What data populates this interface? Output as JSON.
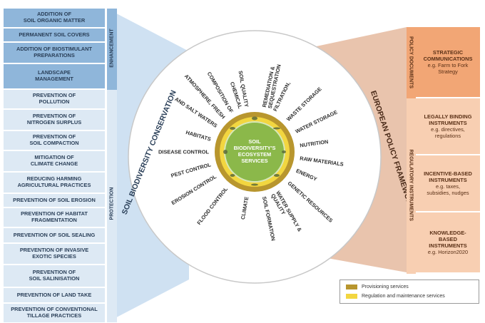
{
  "left_title": "SOIL BIODIVERSITY CONSERVATION",
  "right_title": "EUROPEAN POLICY FRAMEWORKS",
  "center_label": "SOIL\nBIODIVERSITY'S\nECOSYSTEM\nSERVICES",
  "enhancement_label": "ENHANCEMENT",
  "protection_label": "PROTECTION",
  "enhancement_items": [
    "ADDITION OF\nSOIL ORGANIC MATTER",
    "PERMANENT SOIL COVERS",
    "ADDITION OF BIOSTIMULANT\nPREPARATIONS",
    "LANDSCAPE\nMANAGEMENT"
  ],
  "protection_items": [
    "PREVENTION OF\nPOLLUTION",
    "PREVENTION OF\nNITROGEN SURPLUS",
    "PREVENTION OF\nSOIL COMPACTION",
    "MITIGATION OF\nCLIMATE CHANGE",
    "REDUCING HARMING\nAGRICULTURAL PRACTICES",
    "PREVENTION OF SOIL EROSION",
    "PREVENTION OF HABITAT\nFRAGMENTATION",
    "PREVENTION OF SOIL SEALING",
    "PREVENTION OF INVASIVE\nEXOTIC SPECIES",
    "PREVENTION OF\nSOIL SALINISATION",
    "PREVENTION OF LAND TAKE",
    "PREVENTION OF CONVENTIONAL\nTILLAGE PRACTICES"
  ],
  "policy_documents_label": "POLICY DOCUMENTS",
  "regulatory_label": "REGULATORY INSTRUMENTS",
  "policy_items": [
    {
      "title": "STRATEGIC\nCOMMUNICATIONS",
      "sub": "e.g. Farm to Fork\nStrategy"
    },
    {
      "title": "LEGALLY BINDING\nINSTRUMENTS",
      "sub": "e.g. directives,\nregulations"
    },
    {
      "title": "INCENTIVE-BASED\nINSTRUMENTS",
      "sub": "e.g. taxes,\nsubsidies, nudges"
    },
    {
      "title": "KNOWLEDGE-\nBASED\nINSTRUMENTS",
      "sub": "e.g. Horizon2020"
    }
  ],
  "services": [
    {
      "label": "SOIL QUALITY",
      "type": "regulation"
    },
    {
      "label": "REMEDIATION &\nSEQUESTRATION",
      "type": "regulation"
    },
    {
      "label": "FILTRATION,",
      "type": "regulation"
    },
    {
      "label": "WASTE STORAGE",
      "type": "provisioning"
    },
    {
      "label": "WATER STORAGE",
      "type": "provisioning"
    },
    {
      "label": "NUTRITION",
      "type": "provisioning"
    },
    {
      "label": "RAW MATERIALS",
      "type": "provisioning"
    },
    {
      "label": "ENERGY",
      "type": "provisioning"
    },
    {
      "label": "GENETIC RESOURCES",
      "type": "provisioning"
    },
    {
      "label": "WATER SUPPLY &\nQUALITY",
      "type": "provisioning"
    },
    {
      "label": "SOIL FORMATION",
      "type": "regulation"
    },
    {
      "label": "CLIMATE",
      "type": "regulation"
    },
    {
      "label": "FLOOD CONTROL",
      "type": "regulation"
    },
    {
      "label": "EROSION CONTROL",
      "type": "regulation"
    },
    {
      "label": "PEST CONTROL",
      "type": "regulation"
    },
    {
      "label": "DISEASE CONTROL",
      "type": "regulation"
    },
    {
      "label": "HABITATS",
      "type": "regulation"
    },
    {
      "label": "AND SALT WATERS",
      "type": "regulation"
    },
    {
      "label": "ATMOSPHERE, FRESH",
      "type": "regulation"
    },
    {
      "label": "COMPOSITION OF",
      "type": "regulation"
    },
    {
      "label": "CHEMICAL",
      "type": "regulation"
    }
  ],
  "legend": [
    {
      "label": "Provisioning services",
      "color": "#b8962e"
    },
    {
      "label": "Regulation and maintenance services",
      "color": "#f2d640"
    }
  ],
  "colors": {
    "enhancement": "#8fb6da",
    "protection": "#dde9f4",
    "policy_top": "#f2a675",
    "policy_rest": "#f8cfb2",
    "ring_outer": "#b8962e",
    "ring_inner": "#f2d640",
    "center": "#8bb84a"
  }
}
